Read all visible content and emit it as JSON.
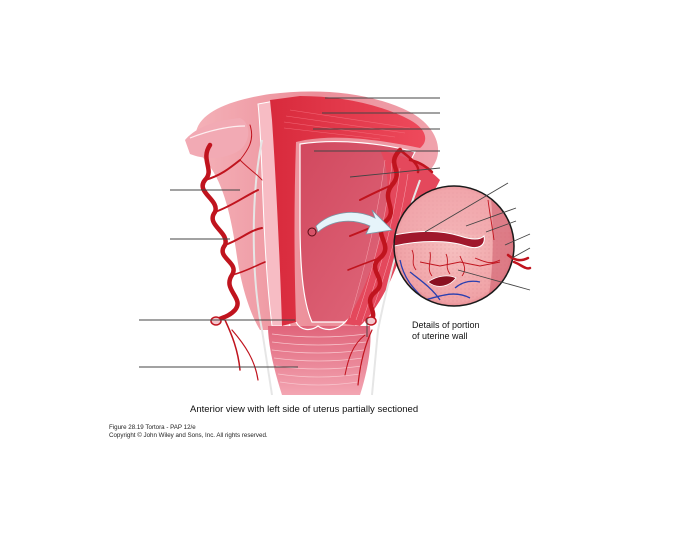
{
  "figure": {
    "title": "Anterior view with left side of uterus partially sectioned",
    "detail_caption_line1": "Details of portion",
    "detail_caption_line2": "of uterine wall",
    "figure_number": "Figure 28.19  Tortora - PAP 12/e",
    "copyright": "Copyright © John Wiley and Sons, Inc. All rights reserved."
  },
  "colors": {
    "tissue_light": "#f2a0a8",
    "tissue_mid": "#e0566a",
    "tissue_dark": "#c8283c",
    "artery": "#c0141e",
    "vein": "#2a3fb0",
    "leader_line": "#444444",
    "arrow_fill": "#e6f4fa"
  },
  "labels": {
    "right_upper": [
      {
        "id": "label-1",
        "text": ""
      },
      {
        "id": "label-2",
        "text": ""
      },
      {
        "id": "label-3",
        "text": ""
      },
      {
        "id": "label-4",
        "text": ""
      },
      {
        "id": "label-5",
        "text": ""
      }
    ],
    "right_circle": [
      {
        "id": "label-6",
        "text": ""
      },
      {
        "id": "label-7",
        "text": ""
      },
      {
        "id": "label-8",
        "text": ""
      },
      {
        "id": "label-9",
        "text": ""
      },
      {
        "id": "label-10",
        "text": ""
      },
      {
        "id": "label-11",
        "text": ""
      }
    ],
    "left": [
      {
        "id": "label-12",
        "text": ""
      },
      {
        "id": "label-13",
        "text": ""
      },
      {
        "id": "label-14",
        "text": ""
      },
      {
        "id": "label-15",
        "text": ""
      }
    ],
    "lower_right": [
      {
        "id": "label-16",
        "text": ""
      }
    ]
  }
}
